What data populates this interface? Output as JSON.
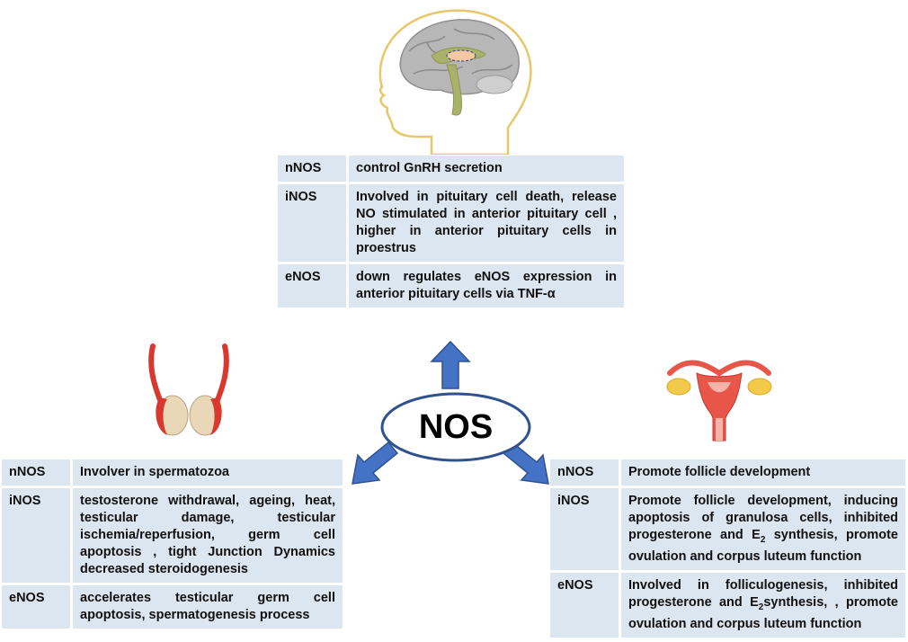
{
  "center": {
    "label": "NOS"
  },
  "colors": {
    "table_bg": "#dce6f1",
    "arrow": "#4472c4",
    "ellipse_stroke": "#2f528f"
  },
  "brain_table": {
    "rows": [
      {
        "key": "nNOS",
        "text": "control GnRH secretion"
      },
      {
        "key": "iNOS",
        "text": "Involved in pituitary cell death, release NO stimulated in anterior pituitary cell , higher in anterior pituitary cells in proestrus"
      },
      {
        "key": "eNOS",
        "text": "down regulates eNOS expression in anterior pituitary cells via TNF-α"
      }
    ]
  },
  "male_table": {
    "rows": [
      {
        "key": "nNOS",
        "text": "Involver in spermatozoa"
      },
      {
        "key": "iNOS",
        "text": "testosterone withdrawal, ageing, heat, testicular damage, testicular ischemia/reperfusion, germ cell apoptosis , tight Junction Dynamics decreased steroidogenesis"
      },
      {
        "key": "eNOS",
        "text": "accelerates testicular germ cell apoptosis, spermatogenesis process"
      }
    ]
  },
  "female_table": {
    "rows": [
      {
        "key": "nNOS",
        "text": "Promote follicle development"
      },
      {
        "key": "iNOS",
        "text_before": "Promote follicle development, inducing apoptosis of granulosa cells, inhibited progesterone and E",
        "sub": "2",
        "text_after": " synthesis, promote ovulation and corpus luteum function"
      },
      {
        "key": "eNOS",
        "text_before": "Involved in folliculogenesis, inhibited progesterone and E",
        "sub": "2",
        "text_after": "synthesis, , promote ovulation and corpus luteum function"
      }
    ]
  }
}
